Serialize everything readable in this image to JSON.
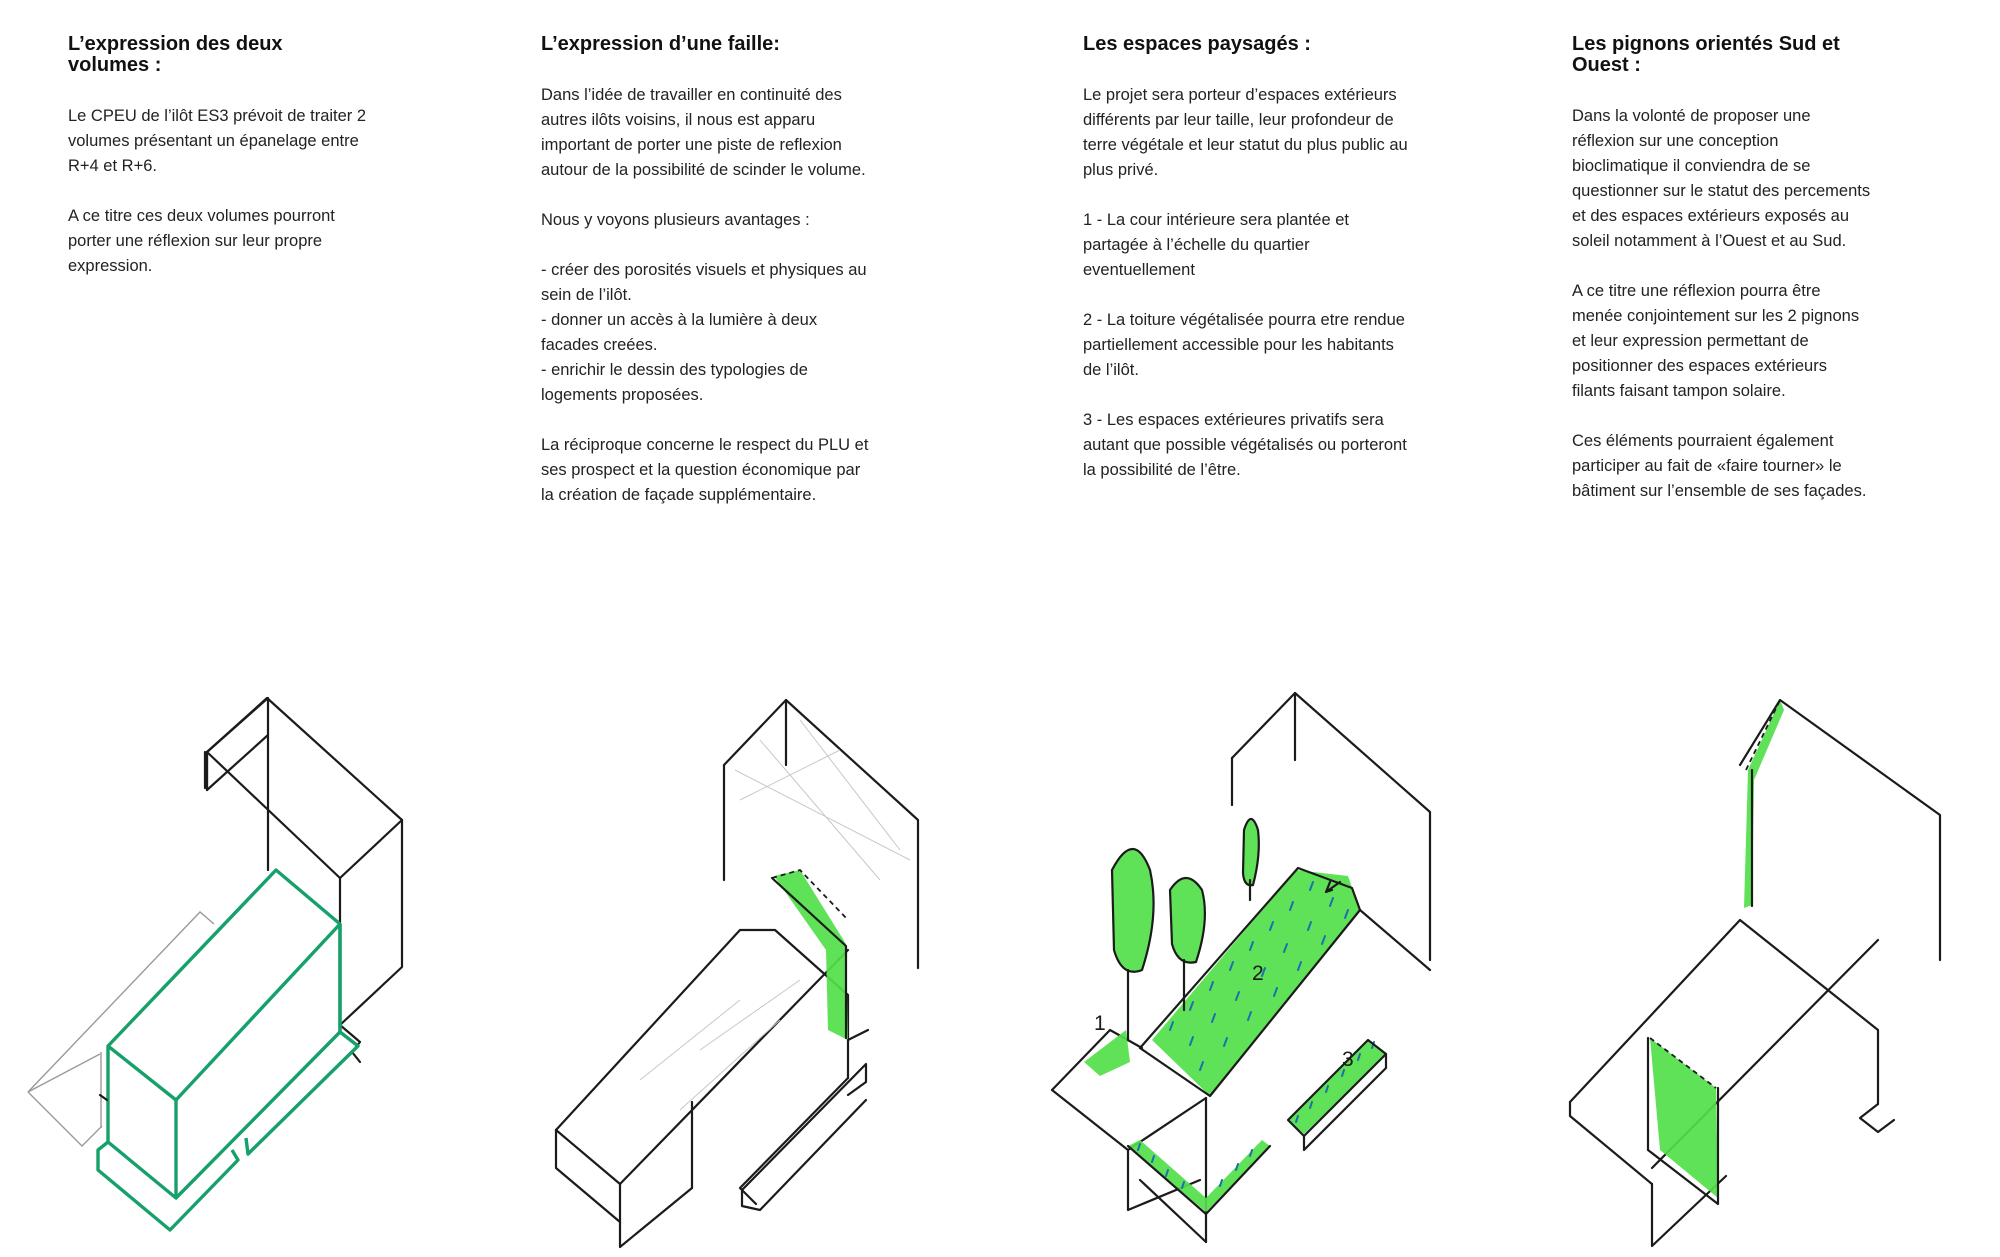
{
  "columns": [
    {
      "title": "L’expression des deux volumes :",
      "paragraphs": [
        "Le CPEU de l’ilôt ES3 prévoit de traiter 2 volumes présentant un épanelage entre R+4 et R+6.",
        "A ce titre ces deux volumes pourront porter une réflexion sur leur propre expression."
      ]
    },
    {
      "title": "L’expression d’une faille:",
      "paragraphs": [
        "Dans l’idée de travailler en continuité des autres ilôts voisins, il nous est apparu important de porter une piste de reflexion autour de la possibilité de scinder le volume.",
        "Nous y voyons plusieurs avantages :"
      ],
      "list": [
        "- créer des porosités visuels et physiques au sein de l’ilôt.",
        "- donner un accès à la lumière à deux facades creées.",
        "- enrichir le dessin des typologies de logements proposées."
      ],
      "closing": "La réciproque concerne le respect du PLU et ses prospect et la question économique par la création de façade supplémentaire."
    },
    {
      "title": "Les espaces paysagés :",
      "paragraphs": [
        "Le projet sera porteur d’espaces extérieurs différents par leur taille, leur profondeur de terre végétale et leur statut du plus public au plus privé.",
        "1 - La cour intérieure sera plantée et partagée à l’échelle du quartier eventuellement",
        "2 - La toiture végétalisée pourra etre rendue partiellement accessible pour les habitants de l’ilôt.",
        "3 - Les espaces extérieures privatifs sera autant que possible végétalisés ou porteront la possibilité de l’être."
      ],
      "sketch_labels": [
        "1",
        "2",
        "3"
      ]
    },
    {
      "title": "Les pignons orientés Sud et Ouest :",
      "paragraphs": [
        "Dans la volonté de proposer une réflexion sur une conception bioclimatique il conviendra de se questionner sur le statut des percements et des espaces extérieurs exposés au soleil notamment à l’Ouest et au Sud.",
        "A ce titre une réflexion pourra être menée conjointement sur les 2 pignons et leur expression permettant de positionner des espaces extérieurs filants faisant tampon solaire.",
        "Ces éléments pourraient également participer au fait de «faire tourner» le bâtiment sur l’ensemble de ses façades."
      ]
    }
  ],
  "colors": {
    "outline_teal": "#16a06a",
    "vegetation_green": "#52e04a",
    "ink": "#1b1b1b"
  }
}
